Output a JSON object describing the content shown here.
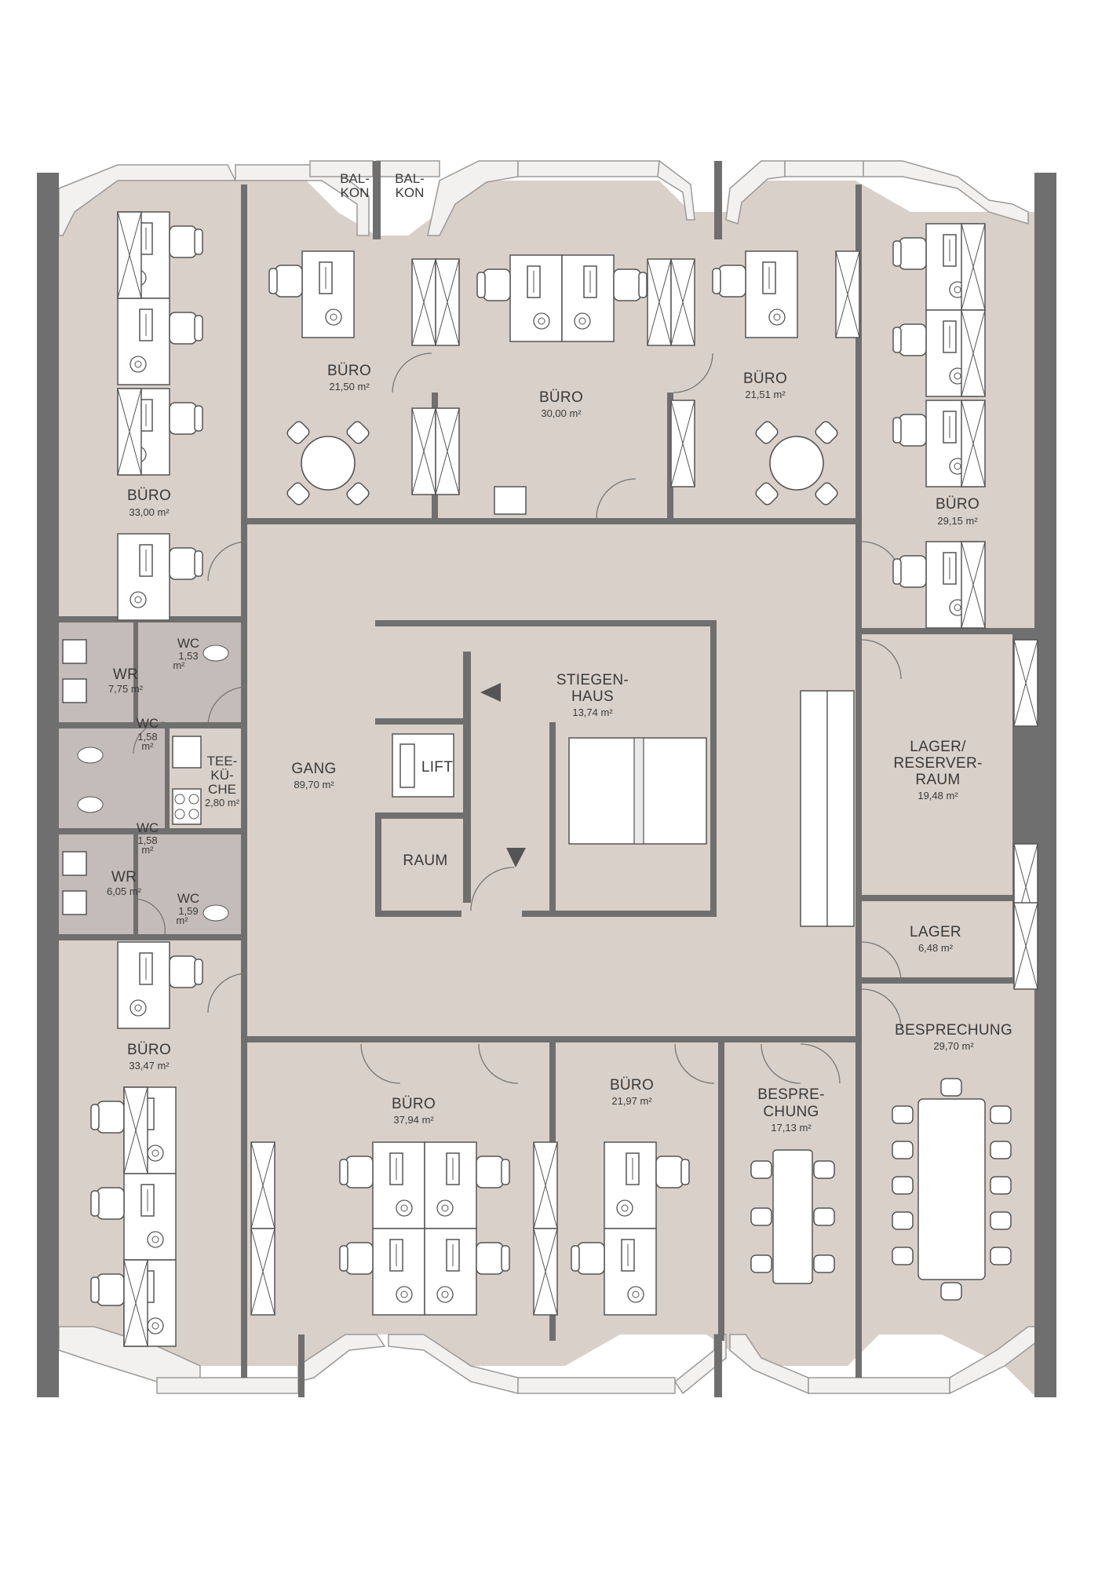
{
  "rooms": {
    "buero_nw": {
      "name": "BÜRO",
      "area": "33,00 m²"
    },
    "buero_n1": {
      "name": "BÜRO",
      "area": "21,50 m²"
    },
    "buero_n2": {
      "name": "BÜRO",
      "area": "30,00 m²"
    },
    "buero_n3": {
      "name": "BÜRO",
      "area": "21,51 m²"
    },
    "buero_ne": {
      "name": "BÜRO",
      "area": "29,15 m²"
    },
    "wr1": {
      "name": "WR",
      "area": "7,75 m²"
    },
    "wc1": {
      "name": "WC",
      "area_1": "1,53",
      "area_2": "m²"
    },
    "wc2": {
      "name": "WC",
      "area_1": "1,58",
      "area_2": "m²"
    },
    "teekueche": {
      "name_1": "TEE-",
      "name_2": "KÜ-",
      "name_3": "CHE",
      "area": "2,80 m²"
    },
    "wc3": {
      "name": "WC",
      "area_1": "1,58",
      "area_2": "m²"
    },
    "wr2": {
      "name": "WR",
      "area": "6,05 m²"
    },
    "wc4": {
      "name": "WC",
      "area_1": "1,59",
      "area_2": "m²"
    },
    "gang": {
      "name": "GANG",
      "area": "89,70 m²"
    },
    "stiegenhaus": {
      "name_1": "STIEGEN-",
      "name_2": "HAUS",
      "area": "13,74 m²"
    },
    "lift": {
      "name": "LIFT"
    },
    "raum": {
      "name": "RAUM"
    },
    "lager_reserve": {
      "name_1": "LAGER/",
      "name_2": "RESERVER-",
      "name_3": "RAUM",
      "area": "19,48 m²"
    },
    "lager": {
      "name": "LAGER",
      "area": "6,48 m²"
    },
    "buero_sw": {
      "name": "BÜRO",
      "area": "33,47 m²"
    },
    "buero_s1": {
      "name": "BÜRO",
      "area": "37,94 m²"
    },
    "buero_s2": {
      "name": "BÜRO",
      "area": "21,97 m²"
    },
    "besprechung_s": {
      "name_1": "BESPRE-",
      "name_2": "CHUNG",
      "area": "17,13 m²"
    },
    "besprechung_se": {
      "name": "BESPRECHUNG",
      "area": "29,70 m²"
    }
  },
  "balcony": {
    "left_1": "BAL-",
    "left_2": "KON",
    "right_1": "BAL-",
    "right_2": "KON"
  },
  "colors": {
    "floor": "#d9d0c9",
    "wet_rooms": "#c4bcba",
    "walls": "#6f6f6f"
  }
}
